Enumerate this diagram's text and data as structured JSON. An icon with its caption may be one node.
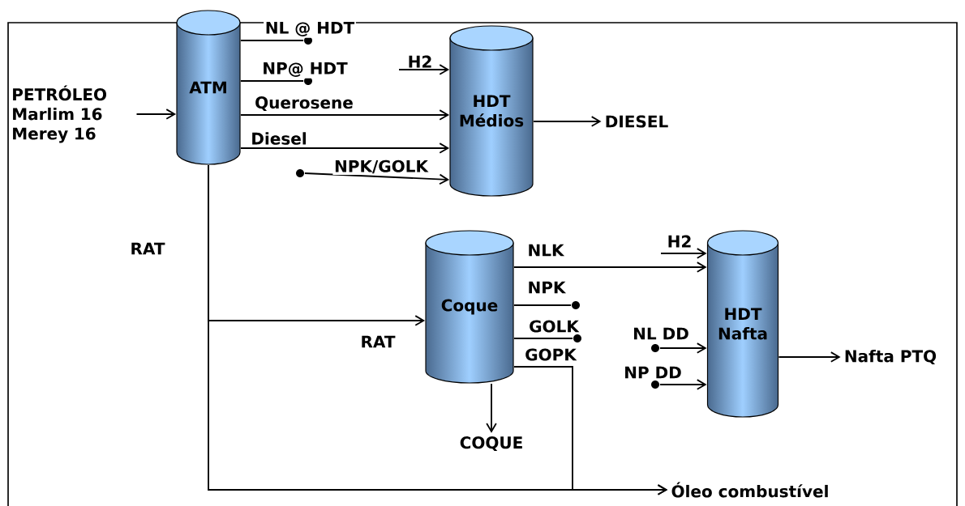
{
  "diagram": {
    "nodes": [
      {
        "text": [
          "PETRÓLEO Marlim 16 Merey 16"
        ]
      },
      {
        "text": [
          "ATM"
        ]
      },
      {
        "text": [
          "HDT Médios"
        ]
      },
      {
        "text": [
          "DIESEL"
        ]
      },
      {
        "text": [
          "Coque"
        ]
      },
      {
        "text": [
          "COQUE"
        ]
      },
      {
        "text": [
          "HDT Nafta"
        ]
      },
      {
        "text": [
          "Nafta PTQ"
        ]
      },
      {
        "text": [
          "Óleo combustível"
        ]
      },
      {
        "text": [],
        "shape": "circle"
      },
      {
        "text": [],
        "shape": "circle"
      },
      {
        "text": [],
        "shape": "circle"
      },
      {
        "text": [],
        "shape": "circle"
      },
      {
        "text": [],
        "shape": "circle"
      },
      {
        "text": [],
        "shape": "circle"
      },
      {
        "text": [],
        "shape": "circle"
      }
    ],
    "edges": [
      {
        "from": 0,
        "to": 1,
        "arrow": "to"
      },
      {
        "from": 1,
        "to": 9,
        "arrow": "none",
        "label": "NL @ HDT"
      },
      {
        "from": 1,
        "to": 10,
        "arrow": "none",
        "label": "NP@ HDT"
      },
      {
        "from": null,
        "to": 2,
        "arrow": "to",
        "label": "H2"
      },
      {
        "from": 1,
        "to": 2,
        "arrow": "to",
        "label": "Querosene"
      },
      {
        "from": 1,
        "to": 2,
        "arrow": "to",
        "label": "Diesel"
      },
      {
        "from": 11,
        "to": 2,
        "arrow": "to",
        "label": "NPK/GOLK"
      },
      {
        "from": 2,
        "to": 3,
        "arrow": "to"
      },
      {
        "from": 1,
        "to": 8,
        "arrow": "to",
        "label": "RAT"
      },
      {
        "from": 1,
        "to": 4,
        "arrow": "to",
        "label": "RAT"
      },
      {
        "from": 4,
        "to": 5,
        "arrow": "to"
      },
      {
        "from": 4,
        "to": 6,
        "arrow": "to",
        "label": "NLK"
      },
      {
        "from": 4,
        "to": 12,
        "arrow": "none",
        "label": "NPK"
      },
      {
        "from": 4,
        "to": 13,
        "arrow": "none",
        "label": "GOLK"
      },
      {
        "from": 4,
        "to": 8,
        "arrow": "to",
        "label": "GOPK"
      },
      {
        "from": null,
        "to": 6,
        "arrow": "to",
        "label": "H2"
      },
      {
        "from": 14,
        "to": 6,
        "arrow": "to",
        "label": "NL DD"
      },
      {
        "from": 15,
        "to": 6,
        "arrow": "to",
        "label": "NP DD"
      },
      {
        "from": 6,
        "to": 7,
        "arrow": "to"
      }
    ]
  }
}
